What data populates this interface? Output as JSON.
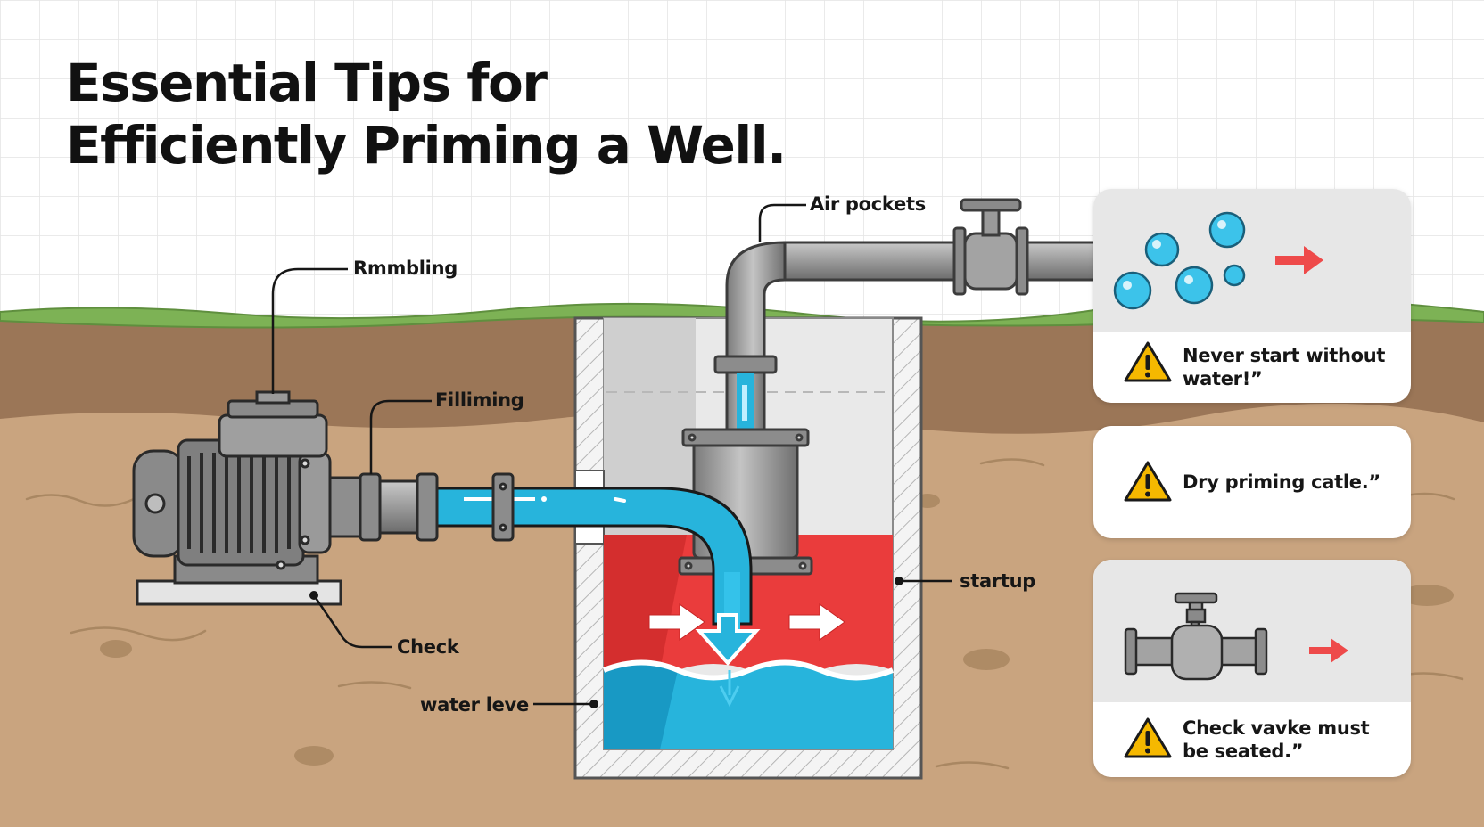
{
  "title": {
    "line1": "Essential Tips for",
    "line2": "Efficiently Priming a Well."
  },
  "callouts": {
    "air_pockets": "Air pockets",
    "rambling": "Rmmbling",
    "filming": "Filliming",
    "check": "Check",
    "water_level": "water leve",
    "startup": "startup"
  },
  "cards": [
    {
      "icon": "air-bubbles-icon",
      "text": "Never start without water!”"
    },
    {
      "icon": "warning-icon",
      "text": "Dry priming catle.”"
    },
    {
      "icon": "check-valve-icon",
      "text": "Check vavke must be seated.”"
    }
  ],
  "colors": {
    "water": "#27b4dc",
    "deep_water": "#1899c4",
    "danger_zone": "#ea3c3c",
    "soil": "#c9a47f",
    "topsoil": "#9b7657",
    "grass": "#7db255",
    "pipe": "#8e8e8e",
    "warning": "#f5b800",
    "arrow": "#ee4a4a"
  }
}
